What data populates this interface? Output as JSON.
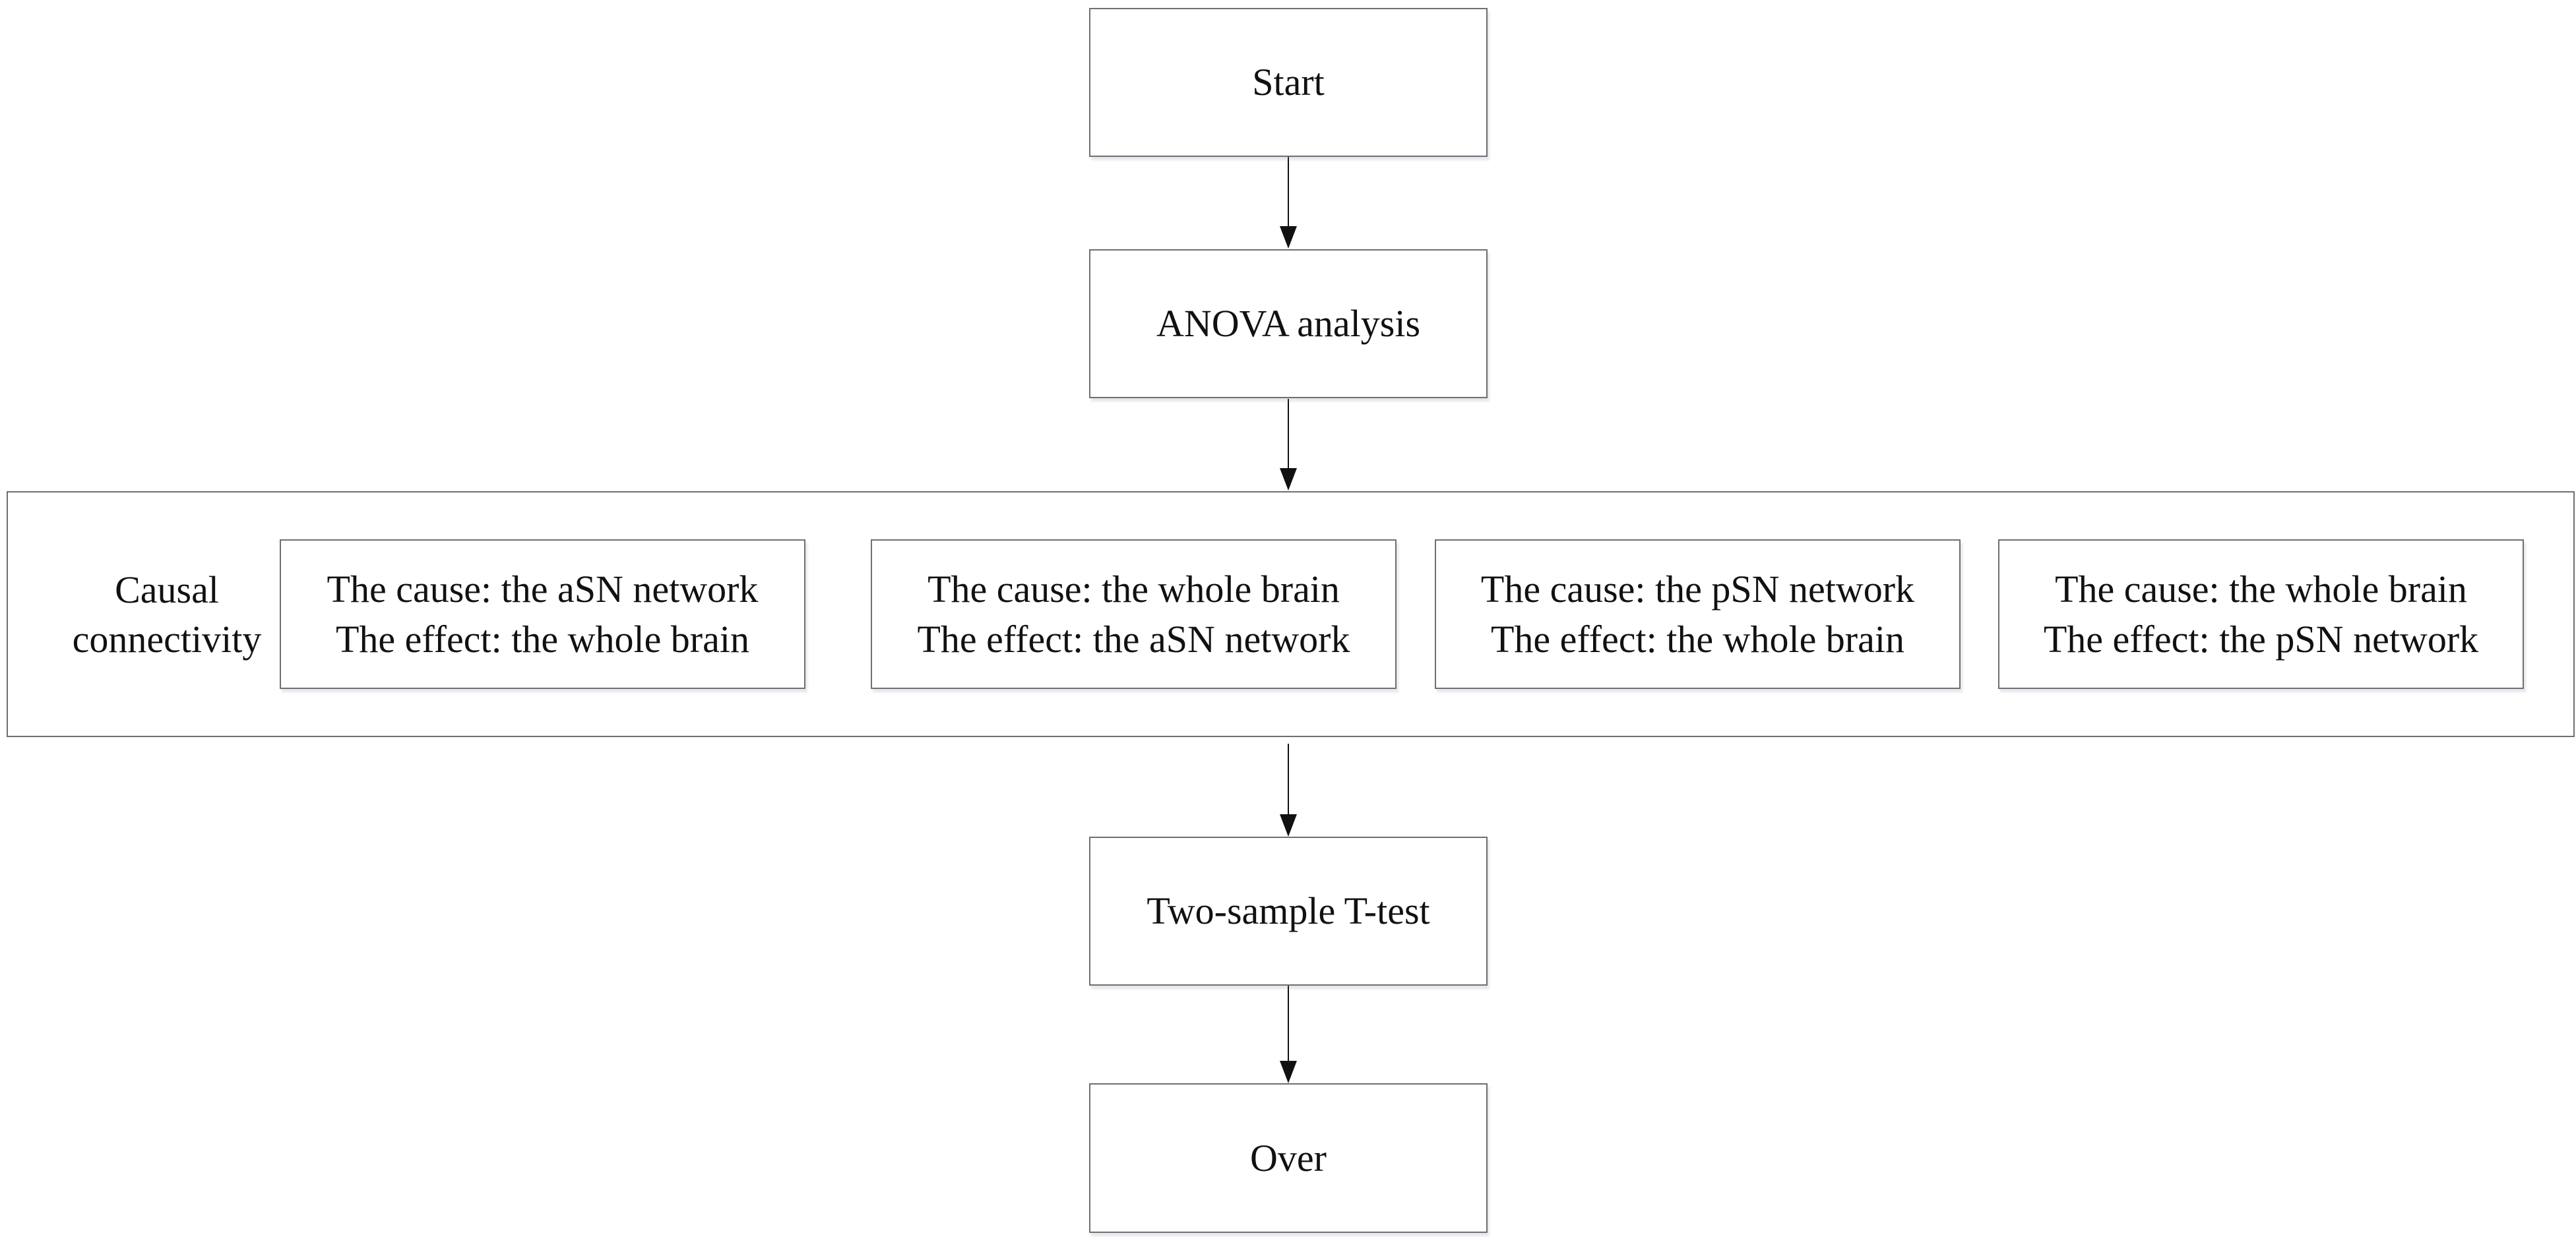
{
  "flow": {
    "start": "Start",
    "anova": "ANOVA analysis",
    "ttest": "Two-sample T-test",
    "over": "Over"
  },
  "causal_group": {
    "label_line1": "Causal",
    "label_line2": "connectivity",
    "boxes": [
      {
        "cause": "The cause: the aSN network",
        "effect": "The effect: the whole brain"
      },
      {
        "cause": "The cause: the whole brain",
        "effect": "The effect: the aSN network"
      },
      {
        "cause": "The cause: the pSN network",
        "effect": "The effect: the whole brain"
      },
      {
        "cause": "The cause: the whole brain",
        "effect": "The effect: the pSN network"
      }
    ]
  },
  "colors": {
    "border": "#6f6f6f",
    "text": "#111111",
    "arrow": "#111111"
  }
}
